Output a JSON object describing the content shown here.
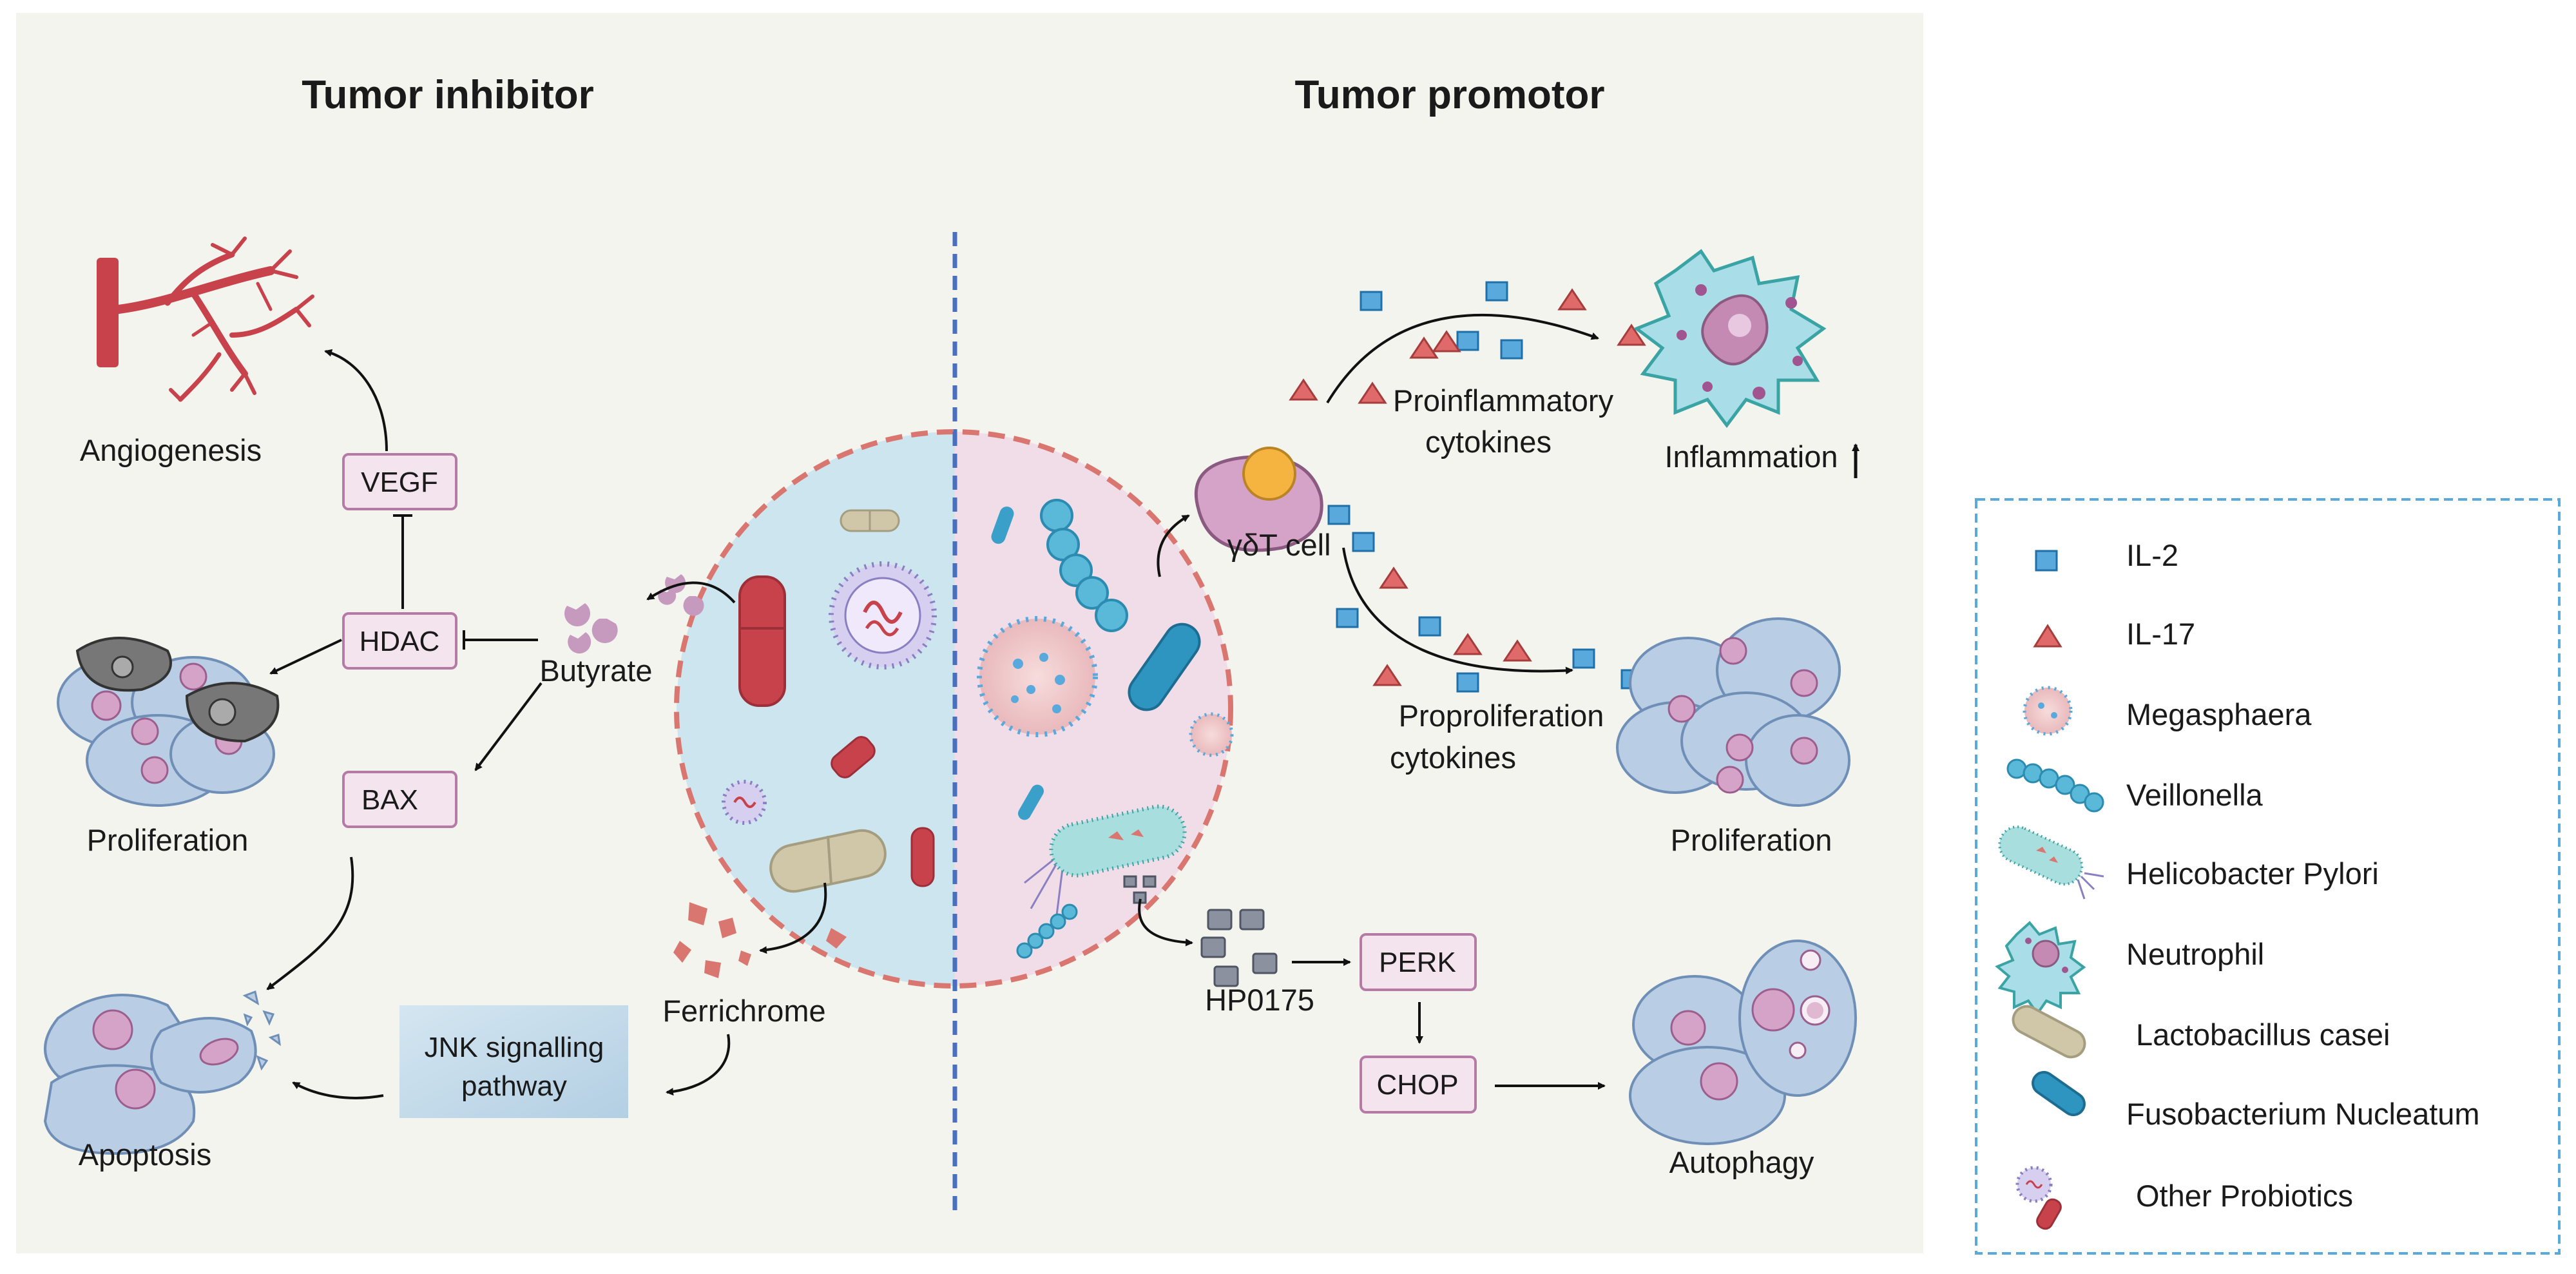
{
  "colors": {
    "panel_bg": "#f4f4ef",
    "divider": "#4a6fbf",
    "gut_left": "#cde5ee",
    "gut_right": "#f1dde8",
    "gut_border": "#d9766f",
    "pink_box_fill": "#f3e4ee",
    "pink_box_stroke": "#b67aa6",
    "jnk_fill": "#c6dceb",
    "vessel": "#c8424c",
    "cell_fill": "#b9cde5",
    "cell_stroke": "#6f8fb6",
    "nucleus": "#d6a3c8",
    "il2": "#5aa9dc",
    "il17": "#e06a6a",
    "legend_border": "#5aa9dc"
  },
  "diagram": {
    "left_title": "Tumor inhibitor",
    "right_title": "Tumor promotor",
    "left": {
      "angiogenesis": "Angiogenesis",
      "vegf": "VEGF",
      "hdac": "HDAC",
      "butyrate": "Butyrate",
      "bax": "BAX",
      "proliferation": "Proliferation",
      "apoptosis": "Apoptosis",
      "jnk_line1": "JNK signalling",
      "jnk_line2": "pathway",
      "ferrichrome": "Ferrichrome"
    },
    "right": {
      "gd_t_cell": "γδT cell",
      "proinflammatory_line1": "Proinflammatory",
      "proinflammatory_line2": "cytokines",
      "inflammation": "Inflammation",
      "proproliferation_line1": "Proproliferation",
      "proproliferation_line2": "cytokines",
      "proliferation": "Proliferation",
      "hp0175": "HP0175",
      "perk": "PERK",
      "chop": "CHOP",
      "autophagy": "Autophagy"
    }
  },
  "legend": {
    "items": [
      {
        "icon": "il-2-square-icon",
        "label": "IL-2"
      },
      {
        "icon": "il-17-triangle-icon",
        "label": "IL-17"
      },
      {
        "icon": "megasphaera-icon",
        "label": "Megasphaera"
      },
      {
        "icon": "veillonella-icon",
        "label": "Veillonella"
      },
      {
        "icon": "helicobacter-pylori-icon",
        "label": "Helicobacter Pylori"
      },
      {
        "icon": "neutrophil-icon",
        "label": "Neutrophil"
      },
      {
        "icon": "lactobacillus-casei-icon",
        "label": "Lactobacillus casei"
      },
      {
        "icon": "fusobacterium-nucleatum-icon",
        "label": "Fusobacterium Nucleatum"
      },
      {
        "icon": "other-probiotics-icon",
        "label": "Other Probiotics"
      }
    ]
  }
}
